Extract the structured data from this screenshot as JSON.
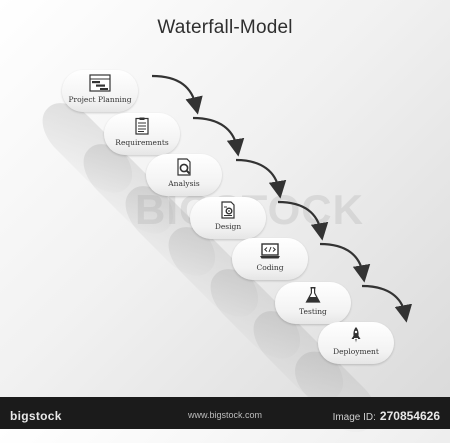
{
  "title": "Waterfall-Model",
  "watermark": {
    "overlay": "BIGSTOCK",
    "brand": "bigstock",
    "image_id_label": "Image ID:",
    "image_id": "270854626",
    "site": "www.bigstock.com"
  },
  "steps": [
    {
      "label": "Project Planning",
      "icon": "gantt-chart-icon"
    },
    {
      "label": "Requirements",
      "icon": "checklist-icon"
    },
    {
      "label": "Analysis",
      "icon": "magnifier-document-icon"
    },
    {
      "label": "Design",
      "icon": "design-document-icon"
    },
    {
      "label": "Coding",
      "icon": "laptop-code-icon"
    },
    {
      "label": "Testing",
      "icon": "flask-icon"
    },
    {
      "label": "Deployment",
      "icon": "rocket-icon"
    }
  ],
  "colors": {
    "arrow": "#333333",
    "label": "#333333"
  }
}
